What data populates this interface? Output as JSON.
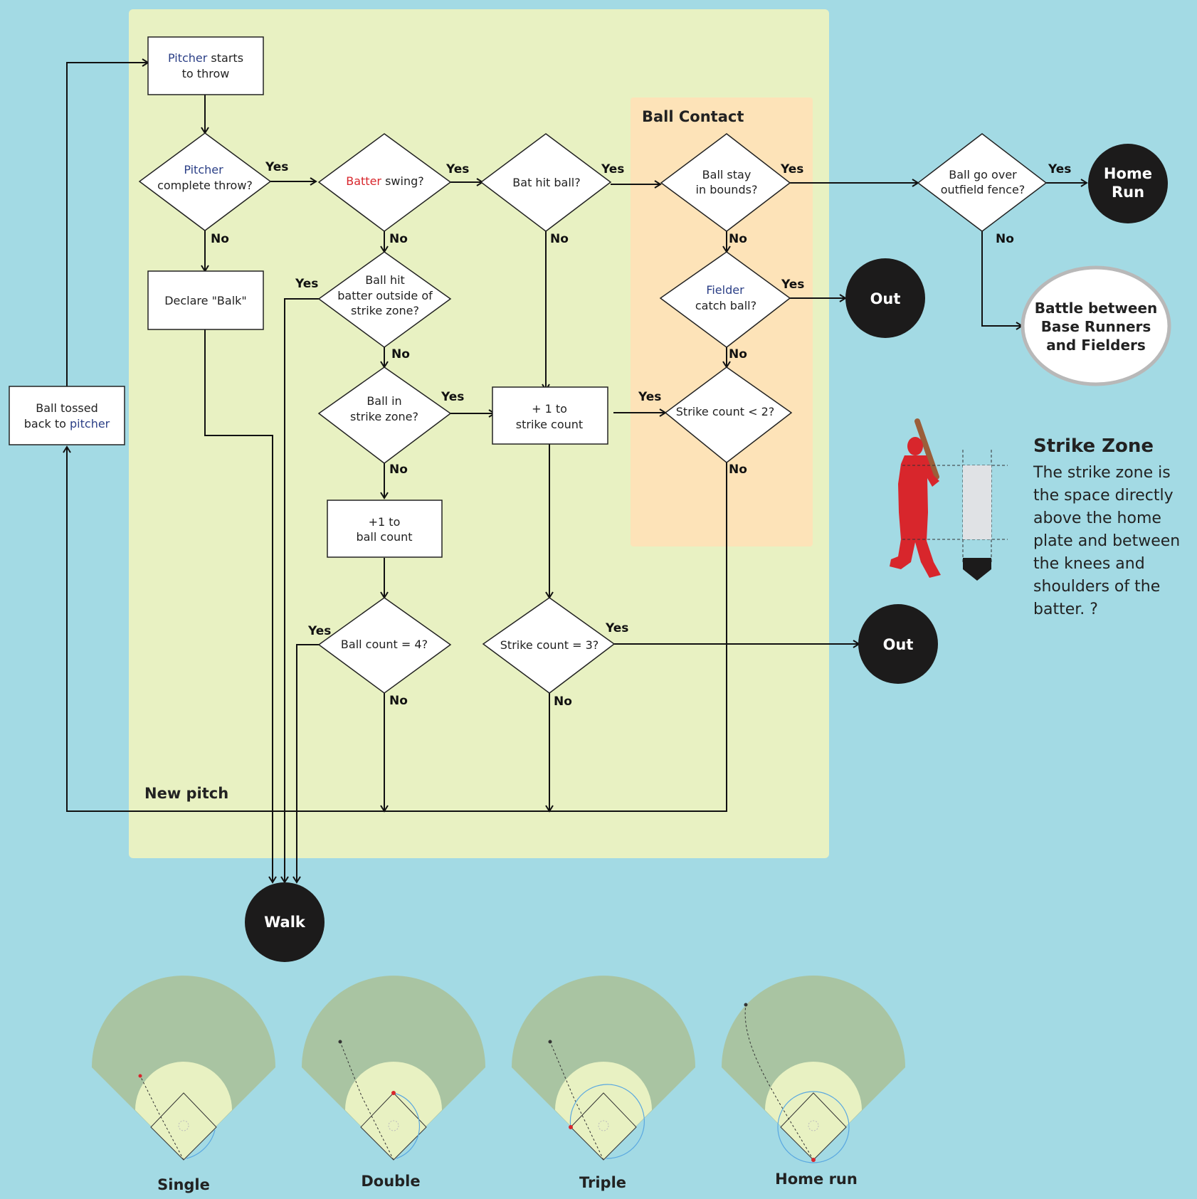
{
  "sections": {
    "new_pitch": "New pitch",
    "ball_contact": "Ball Contact"
  },
  "nodes": {
    "pitcher_starts": {
      "l1_blue": "Pitcher",
      "l1_rest": " starts",
      "l2": "to throw"
    },
    "pitcher_complete": {
      "l1_blue": "Pitcher",
      "l2": "complete throw?"
    },
    "batter_swing": {
      "l1_red": "Batter",
      "l1_rest": " swing?"
    },
    "bat_hit": {
      "l1": "Bat hit ball?"
    },
    "ball_bounds": {
      "l1": "Ball stay",
      "l2": "in bounds?"
    },
    "over_fence": {
      "l1": "Ball go over",
      "l2": "outfield fence?"
    },
    "declare_balk": {
      "l1": "Declare \"Balk\""
    },
    "hit_outside": {
      "l1": "Ball hit",
      "l2": "batter outside of",
      "l3": "strike zone?"
    },
    "fielder_catch": {
      "l1_blue": "Fielder",
      "l2": "catch ball?"
    },
    "ball_tossed": {
      "l1": "Ball tossed",
      "l2_rest": "back to ",
      "l2_blue": "pitcher"
    },
    "in_zone": {
      "l1": "Ball in",
      "l2": "strike zone?"
    },
    "plus_strike": {
      "l1": "+ 1 to",
      "l2": "strike count"
    },
    "strike_lt2": {
      "l1": "Strike count < 2?"
    },
    "plus_ball": {
      "l1": "+1 to",
      "l2": "ball count"
    },
    "ball_eq4": {
      "l1": "Ball count = 4?"
    },
    "strike_eq3": {
      "l1": "Strike count = 3?"
    }
  },
  "terminals": {
    "home_run": {
      "l1": "Home",
      "l2": "Run"
    },
    "out_catch": "Out",
    "out_strike": "Out",
    "walk": "Walk",
    "battle": {
      "l1": "Battle between",
      "l2": "Base Runners",
      "l3": "and Fielders"
    }
  },
  "edge_labels": {
    "yes": "Yes",
    "no": "No"
  },
  "strike_zone": {
    "title": "Strike Zone",
    "text": "The strike zone is the space directly above the home plate and between the knees and shoulders of the batter. ?"
  },
  "fields": {
    "single": "Single",
    "double": "Double",
    "triple": "Triple",
    "home_run": "Home run"
  },
  "colors": {
    "background": "#a3dae4",
    "panel": "#e8f1c2",
    "ball_contact_panel": "#fde3b8",
    "terminal": "#1c1b1b",
    "batter_silhouette": "#d8262c",
    "outfield": "#a9c4a2",
    "infield": "#e8f1c2"
  }
}
